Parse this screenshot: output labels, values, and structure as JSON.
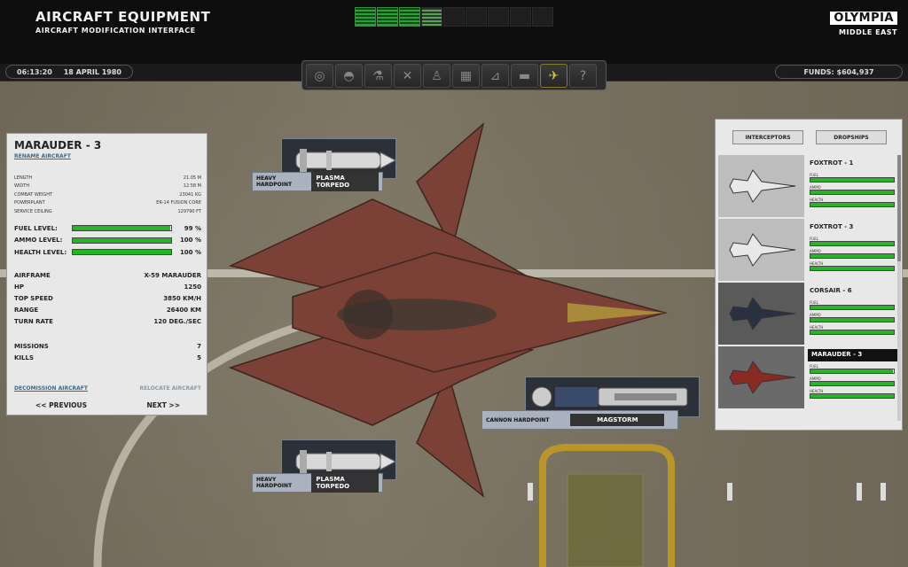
{
  "header": {
    "title": "AIRCRAFT EQUIPMENT",
    "subtitle": "AIRCRAFT MODIFICATION INTERFACE",
    "base_name": "OLYMPIA",
    "base_region": "MIDDLE EAST"
  },
  "status": {
    "time": "06:13:20",
    "date": "18 APRIL 1980",
    "funds": "FUNDS: $604,937"
  },
  "radar_cells": [
    "on",
    "on",
    "on",
    "on2",
    "off",
    "off",
    "off",
    "off",
    "off"
  ],
  "nav_icons": [
    {
      "name": "globe-icon",
      "glyph": "◎"
    },
    {
      "name": "helmet-icon",
      "glyph": "◓"
    },
    {
      "name": "research-flask-icon",
      "glyph": "⚗"
    },
    {
      "name": "engineering-tools-icon",
      "glyph": "✕"
    },
    {
      "name": "scientist-icon",
      "glyph": "♙"
    },
    {
      "name": "base-facilities-icon",
      "glyph": "▦"
    },
    {
      "name": "hangar-icon",
      "glyph": "⊿"
    },
    {
      "name": "vehicle-icon",
      "glyph": "▬"
    },
    {
      "name": "aircraft-icon",
      "glyph": "✈",
      "active": true
    },
    {
      "name": "help-icon",
      "glyph": "?"
    }
  ],
  "aircraft": {
    "name": "MARAUDER - 3",
    "rename": "RENAME AIRCRAFT",
    "specs": [
      {
        "k": "LENGTH",
        "v": "21.05 M"
      },
      {
        "k": "WIDTH",
        "v": "12.58 M"
      },
      {
        "k": "COMBAT WEIGHT",
        "v": "23041 KG"
      },
      {
        "k": "POWERPLANT",
        "v": "ER-14 FUSION CORE"
      },
      {
        "k": "SERVICE CEILING",
        "v": "129790 FT"
      }
    ],
    "levels": [
      {
        "k": "FUEL LEVEL:",
        "v": "99 %",
        "fill": 0.99
      },
      {
        "k": "AMMO LEVEL:",
        "v": "100 %",
        "fill": 1.0
      },
      {
        "k": "HEALTH LEVEL:",
        "v": "100 %",
        "fill": 1.0
      }
    ],
    "stats": [
      {
        "k": "AIRFRAME",
        "v": "X-59 MARAUDER"
      },
      {
        "k": "HP",
        "v": "1250"
      },
      {
        "k": "TOP SPEED",
        "v": "3850 KM/H"
      },
      {
        "k": "RANGE",
        "v": "26400 KM"
      },
      {
        "k": "TURN RATE",
        "v": "120 DEG./SEC"
      }
    ],
    "record": [
      {
        "k": "MISSIONS",
        "v": "7"
      },
      {
        "k": "KILLS",
        "v": "5"
      }
    ],
    "decommission": "DECOMISSION AIRCRAFT",
    "relocate": "RELOCATE AIRCRAFT",
    "prev": "<< PREVIOUS",
    "next": "NEXT >>"
  },
  "hardpoints": [
    {
      "key": "HEAVY HARDPOINT",
      "value": "PLASMA TORPEDO"
    },
    {
      "key": "CANNON HARDPOINT",
      "value": "MAGSTORM"
    },
    {
      "key": "HEAVY HARDPOINT",
      "value": "PLASMA TORPEDO"
    }
  ],
  "roster": {
    "tabs": [
      "INTERCEPTORS",
      "DROPSHIPS"
    ],
    "bar_labels": [
      "FUEL",
      "AMMO",
      "HEALTH"
    ],
    "items": [
      {
        "name": "FOXTROT - 1",
        "fuel": 1.0,
        "ammo": 1.0,
        "health": 1.0,
        "style": "light"
      },
      {
        "name": "FOXTROT - 3",
        "fuel": 1.0,
        "ammo": 1.0,
        "health": 1.0,
        "style": "light"
      },
      {
        "name": "CORSAIR - 6",
        "fuel": 1.0,
        "ammo": 1.0,
        "health": 1.0,
        "style": "dark"
      },
      {
        "name": "MARAUDER - 3",
        "fuel": 0.99,
        "ammo": 1.0,
        "health": 1.0,
        "style": "red",
        "selected": true
      }
    ]
  }
}
